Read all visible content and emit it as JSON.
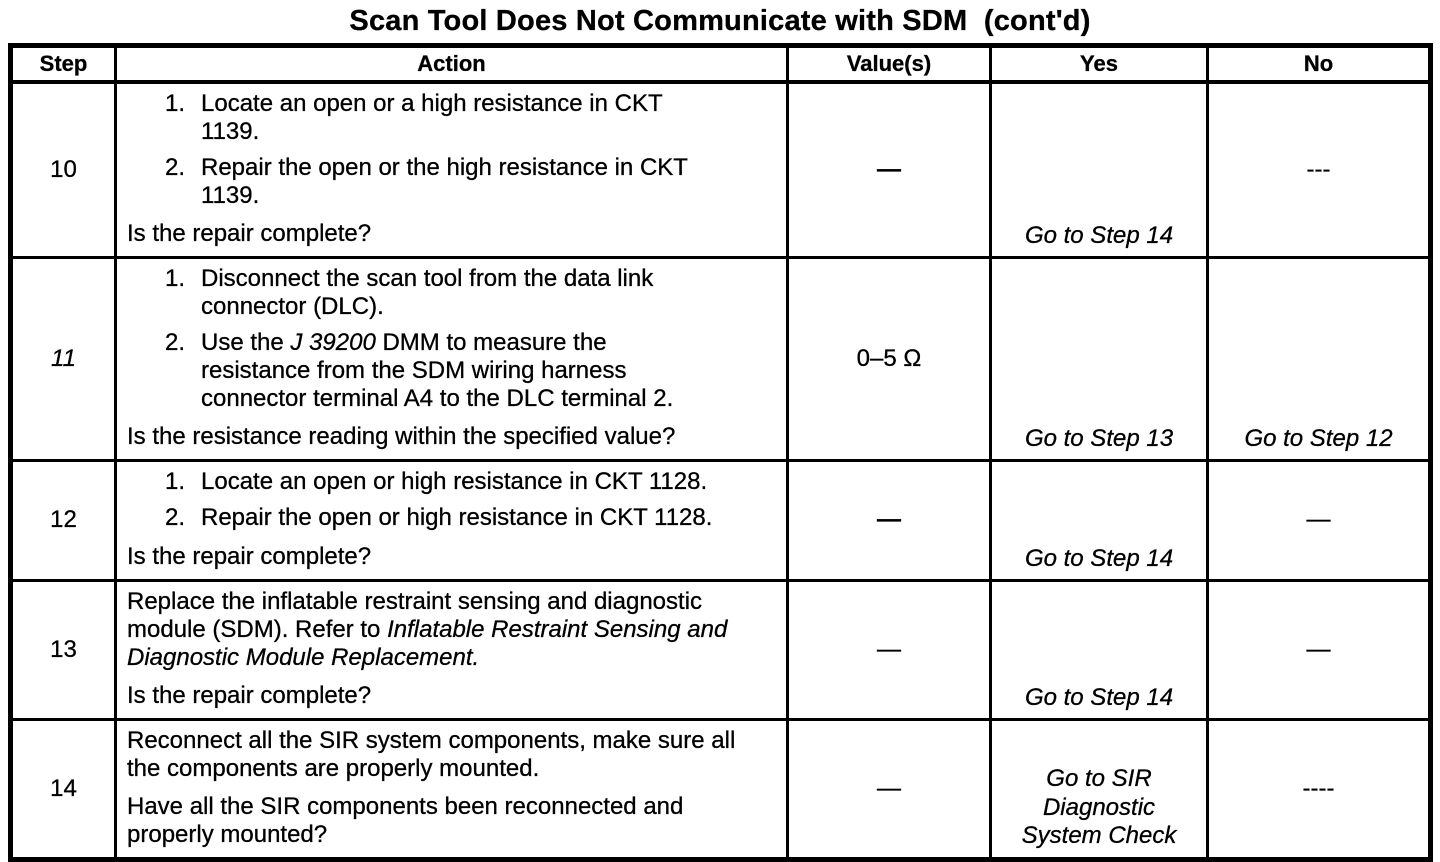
{
  "title": "Scan Tool Does Not Communicate with SDM  (cont'd)",
  "headers": {
    "step": "Step",
    "action": "Action",
    "value": "Value(s)",
    "yes": "Yes",
    "no": "No"
  },
  "rows": {
    "r10": {
      "step": "10",
      "items": [
        {
          "num": "1.",
          "text": "Locate an open or a high resistance in CKT 1139."
        },
        {
          "num": "2.",
          "text": "Repair the open or the high resistance in CKT 1139."
        }
      ],
      "question": "Is the repair complete?",
      "value": "—",
      "yes": "Go to Step 14",
      "no": "---"
    },
    "r11": {
      "step": "11",
      "items": [
        {
          "num": "1.",
          "text": "Disconnect the scan tool from the data link connector (DLC)."
        },
        {
          "num": "2.",
          "pre": "Use the ",
          "tool": "J 39200",
          "post": " DMM to measure the resistance from the SDM wiring harness connector terminal A4 to the DLC terminal 2."
        }
      ],
      "question": "Is the resistance reading within the specified value?",
      "value": "0–5 Ω",
      "yes": "Go to Step 13",
      "no": "Go to Step 12"
    },
    "r12": {
      "step": "12",
      "items": [
        {
          "num": "1.",
          "text": "Locate an open or high resistance in CKT 1128."
        },
        {
          "num": "2.",
          "text": "Repair the open or high resistance in CKT 1128."
        }
      ],
      "question": "Is the repair complete?",
      "value": "—",
      "yes": "Go to Step 14",
      "no": "—"
    },
    "r13": {
      "step": "13",
      "para_pre": "Replace the inflatable restraint sensing and diagnostic module (SDM). Refer to ",
      "para_ref": "Inflatable Restraint Sensing and Diagnostic Module Replacement.",
      "question": "Is the repair complete?",
      "value": "—",
      "yes": "Go to Step 14",
      "no": "—"
    },
    "r14": {
      "step": "14",
      "para": "Reconnect all the SIR system components, make sure all the components are properly mounted.",
      "question": "Have all the SIR components been reconnected and properly mounted?",
      "value": "—",
      "yes_pre": "Go to ",
      "yes_ref": "SIR Diagnostic System Check",
      "no": "----"
    }
  }
}
